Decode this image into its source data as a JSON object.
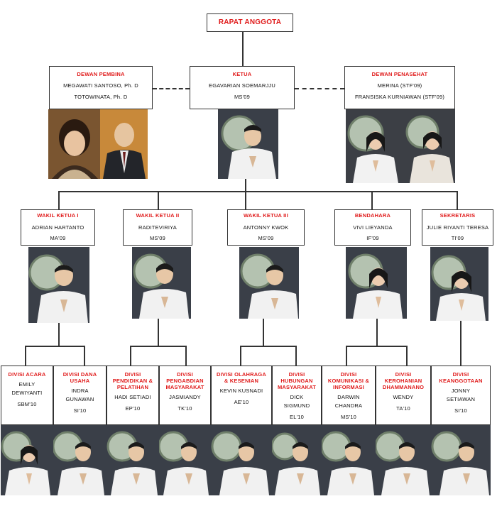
{
  "top": {
    "title": "RAPAT ANGGOTA"
  },
  "board": {
    "pembina": {
      "role": "DEWAN PEMBINA",
      "names": [
        "MEGAWATI SANTOSO, Ph. D",
        "TOTOWINATA, Ph. D"
      ]
    },
    "ketua": {
      "role": "KETUA",
      "names": [
        "EGAVARIAN SOEMARJJU",
        "MS'09"
      ]
    },
    "penasehat": {
      "role": "DEWAN PENASEHAT",
      "names": [
        "MERINA (STF'09)",
        "FRANSISKA KURNIAWAN (STF'09)"
      ]
    }
  },
  "middle": [
    {
      "role": "WAKIL KETUA I",
      "name": "ADRIAN HARTANTO",
      "code": "MA'09"
    },
    {
      "role": "WAKIL KETUA II",
      "name": "RADITEVIRIYA",
      "code": "MS'09"
    },
    {
      "role": "WAKIL KETUA III",
      "name": "ANTONNY KWOK",
      "code": "MS'09"
    },
    {
      "role": "BENDAHARA",
      "name": "VIVI LIEYANDA",
      "code": "IF'09"
    },
    {
      "role": "SEKRETARIS",
      "name": "JULIE RIYANTI TERESA",
      "code": "TI'09"
    }
  ],
  "divisions": [
    {
      "role1": "DIVISI ACARA",
      "role2": "",
      "name1": "EMILY",
      "name2": "DEWIYANTI",
      "code": "SBM'10"
    },
    {
      "role1": "DIVISI DANA",
      "role2": "USAHA",
      "name1": "INDRA",
      "name2": "GUNAWAN",
      "code": "SI'10"
    },
    {
      "role1": "DIVISI",
      "role2": "PENDIDIKAN & PELATIHAN",
      "name1": "HADI SETIADI",
      "name2": "",
      "code": "EP'10"
    },
    {
      "role1": "DIVISI",
      "role2": "PENGABDIAN MASYARAKAT",
      "name1": "JASMIANDY",
      "name2": "",
      "code": "TK'10"
    },
    {
      "role1": "DIVISI OLAHRAGA",
      "role2": "& KESENIAN",
      "name1": "KEVIN KUSNADI",
      "name2": "",
      "code": "AE'10"
    },
    {
      "role1": "DIVISI",
      "role2": "HUBUNGAN MASYARAKAT",
      "name1": "DICK",
      "name2": "SIGMUND",
      "code": "EL'10"
    },
    {
      "role1": "DIVISI",
      "role2": "KOMUNIKASI & INFORMASI",
      "name1": "DARWIN",
      "name2": "CHANDRA",
      "code": "MS'10"
    },
    {
      "role1": "DIVISI",
      "role2": "KEROHANIAN DHAMMANANO",
      "name1": "WENDY",
      "name2": "",
      "code": "TA'10"
    },
    {
      "role1": "DIVISI",
      "role2": "KEANGGOTAAN",
      "name1": "JONNY",
      "name2": "SETIAWAN",
      "code": "SI'10"
    }
  ],
  "colors": {
    "role": "#e01b1b",
    "line": "#333333",
    "bg": "#ffffff"
  }
}
